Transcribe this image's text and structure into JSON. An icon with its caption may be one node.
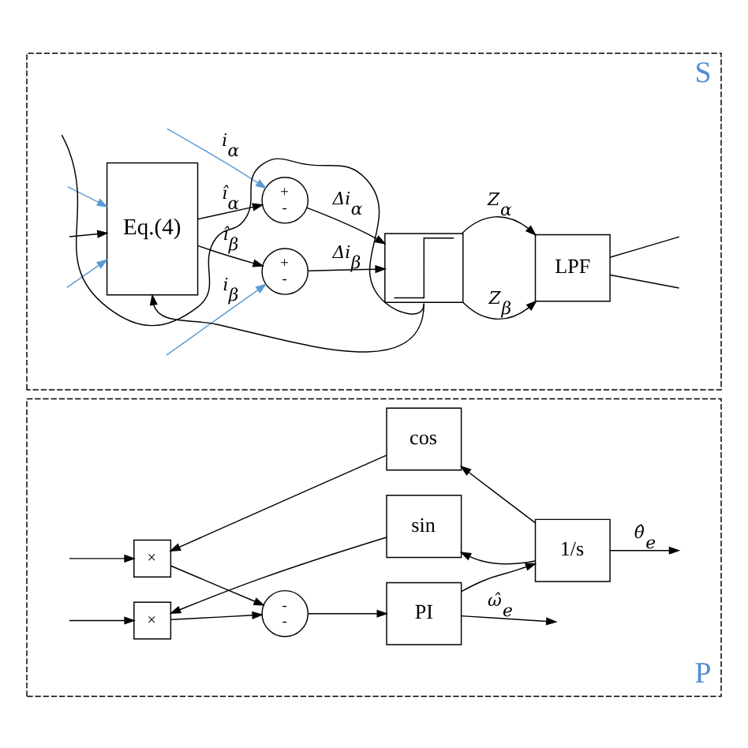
{
  "diagram": {
    "nodes": [
      {
        "text": [
          "S"
        ]
      },
      {
        "text": [
          "Eq.(4)"
        ],
        "in": 0
      },
      {
        "text": [
          "+",
          "-"
        ],
        "in": 0
      },
      {
        "text": [
          "+",
          "-"
        ],
        "in": 0
      },
      {
        "text": [],
        "shape": "picture",
        "in": 0
      },
      {
        "text": [
          "LPF"
        ],
        "in": 0
      },
      {
        "text": [
          "P"
        ]
      },
      {
        "text": [
          "cos"
        ],
        "in": 6
      },
      {
        "text": [
          "×"
        ],
        "in": 6
      },
      {
        "text": [
          "PI"
        ],
        "in": 6
      },
      {
        "text": [
          "-",
          "-"
        ],
        "in": 6
      },
      {
        "text": [
          "1/s"
        ],
        "in": 6
      },
      {
        "text": [
          "×"
        ],
        "in": 6
      },
      {
        "text": [
          "sin"
        ],
        "in": 6
      }
    ],
    "edges": [
      {
        "from": null,
        "to": 1,
        "arrow": "to",
        "color": "#5b9bd5"
      },
      {
        "from": null,
        "to": 1,
        "arrow": "to",
        "color": "#5b9bd5"
      },
      {
        "from": null,
        "to": 1,
        "arrow": "to"
      },
      {
        "from": 4,
        "to": 1,
        "arrow": "to"
      },
      {
        "from": 4,
        "to": null,
        "arrow": "none"
      },
      {
        "from": 1,
        "to": 2,
        "arrow": "to",
        "label": "î$_{α}$"
      },
      {
        "from": null,
        "to": 2,
        "arrow": "to",
        "label": "i$_{α}$",
        "color": "#5b9bd5"
      },
      {
        "from": 1,
        "to": 3,
        "arrow": "to",
        "label": "î$_{β}$"
      },
      {
        "from": null,
        "to": 3,
        "arrow": "to",
        "label": "i$_{β}$",
        "color": "#5b9bd5"
      },
      {
        "from": 2,
        "to": 4,
        "arrow": "to",
        "label": "Δi$_{α}$"
      },
      {
        "from": 3,
        "to": 4,
        "arrow": "to",
        "label": "Δi$_{β}$"
      },
      {
        "from": 4,
        "to": 5,
        "arrow": "to",
        "label": "Z$_{α}$"
      },
      {
        "from": 4,
        "to": 5,
        "arrow": "to",
        "label": "Z$_{β}$"
      },
      {
        "from": 5,
        "to": null,
        "arrow": "none"
      },
      {
        "from": 5,
        "to": null,
        "arrow": "none"
      },
      {
        "from": 11,
        "to": 7,
        "arrow": "to"
      },
      {
        "from": 7,
        "to": 8,
        "arrow": "to"
      },
      {
        "from": null,
        "to": 8,
        "arrow": "to"
      },
      {
        "from": 8,
        "to": 10,
        "arrow": "to"
      },
      {
        "from": 10,
        "to": 9,
        "arrow": "to"
      },
      {
        "from": 9,
        "to": 11,
        "arrow": "to"
      },
      {
        "from": 11,
        "to": null,
        "arrow": "to",
        "label": "θ̂$_{e}$"
      },
      {
        "from": 9,
        "to": null,
        "arrow": "to",
        "label": "ω̂$_{e}$"
      },
      {
        "from": 12,
        "to": 10,
        "arrow": "to"
      },
      {
        "from": null,
        "to": 12,
        "arrow": "to"
      },
      {
        "from": 11,
        "to": 13,
        "arrow": "to"
      },
      {
        "from": 13,
        "to": 12,
        "arrow": "to"
      }
    ]
  }
}
